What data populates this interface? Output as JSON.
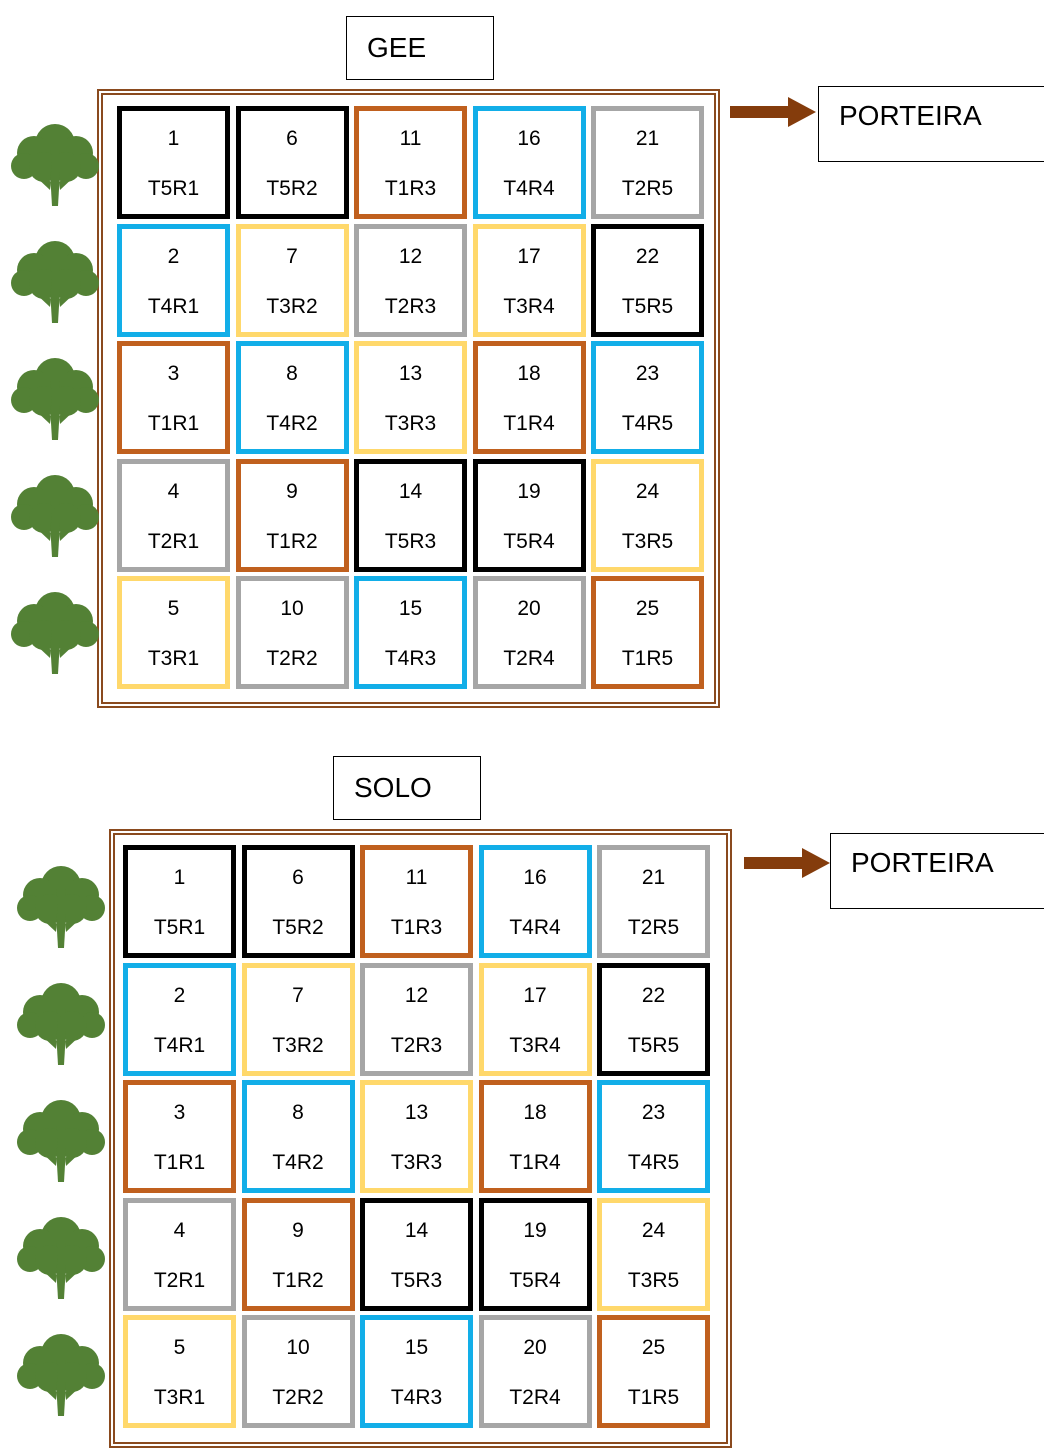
{
  "legend_colors": {
    "T1": "#c0601e",
    "T2": "#a6a6a6",
    "T3": "#ffd86b",
    "T4": "#12aee8",
    "T5": "#000000"
  },
  "panels": [
    {
      "title": "GEE",
      "gate_label": "PORTEIRA",
      "columns": [
        [
          {
            "num": "1",
            "code": "T5R1"
          },
          {
            "num": "2",
            "code": "T4R1"
          },
          {
            "num": "3",
            "code": "T1R1"
          },
          {
            "num": "4",
            "code": "T2R1"
          },
          {
            "num": "5",
            "code": "T3R1"
          }
        ],
        [
          {
            "num": "6",
            "code": "T5R2"
          },
          {
            "num": "7",
            "code": "T3R2"
          },
          {
            "num": "8",
            "code": "T4R2"
          },
          {
            "num": "9",
            "code": "T1R2"
          },
          {
            "num": "10",
            "code": "T2R2"
          }
        ],
        [
          {
            "num": "11",
            "code": "T1R3"
          },
          {
            "num": "12",
            "code": "T2R3"
          },
          {
            "num": "13",
            "code": "T3R3"
          },
          {
            "num": "14",
            "code": "T5R3"
          },
          {
            "num": "15",
            "code": "T4R3"
          }
        ],
        [
          {
            "num": "16",
            "code": "T4R4"
          },
          {
            "num": "17",
            "code": "T3R4"
          },
          {
            "num": "18",
            "code": "T1R4"
          },
          {
            "num": "19",
            "code": "T5R4"
          },
          {
            "num": "20",
            "code": "T2R4"
          }
        ],
        [
          {
            "num": "21",
            "code": "T2R5"
          },
          {
            "num": "22",
            "code": "T5R5"
          },
          {
            "num": "23",
            "code": "T4R5"
          },
          {
            "num": "24",
            "code": "T3R5"
          },
          {
            "num": "25",
            "code": "T1R5"
          }
        ]
      ],
      "trees": 5
    },
    {
      "title": "SOLO",
      "gate_label": "PORTEIRA",
      "columns": [
        [
          {
            "num": "1",
            "code": "T5R1"
          },
          {
            "num": "2",
            "code": "T4R1"
          },
          {
            "num": "3",
            "code": "T1R1"
          },
          {
            "num": "4",
            "code": "T2R1"
          },
          {
            "num": "5",
            "code": "T3R1"
          }
        ],
        [
          {
            "num": "6",
            "code": "T5R2"
          },
          {
            "num": "7",
            "code": "T3R2"
          },
          {
            "num": "8",
            "code": "T4R2"
          },
          {
            "num": "9",
            "code": "T1R2"
          },
          {
            "num": "10",
            "code": "T2R2"
          }
        ],
        [
          {
            "num": "11",
            "code": "T1R3"
          },
          {
            "num": "12",
            "code": "T2R3"
          },
          {
            "num": "13",
            "code": "T3R3"
          },
          {
            "num": "14",
            "code": "T5R3"
          },
          {
            "num": "15",
            "code": "T4R3"
          }
        ],
        [
          {
            "num": "16",
            "code": "T4R4"
          },
          {
            "num": "17",
            "code": "T3R4"
          },
          {
            "num": "18",
            "code": "T1R4"
          },
          {
            "num": "19",
            "code": "T5R4"
          },
          {
            "num": "20",
            "code": "T2R4"
          }
        ],
        [
          {
            "num": "21",
            "code": "T2R5"
          },
          {
            "num": "22",
            "code": "T5R5"
          },
          {
            "num": "23",
            "code": "T4R5"
          },
          {
            "num": "24",
            "code": "T3R5"
          },
          {
            "num": "25",
            "code": "T1R5"
          }
        ]
      ],
      "trees": 5
    }
  ]
}
